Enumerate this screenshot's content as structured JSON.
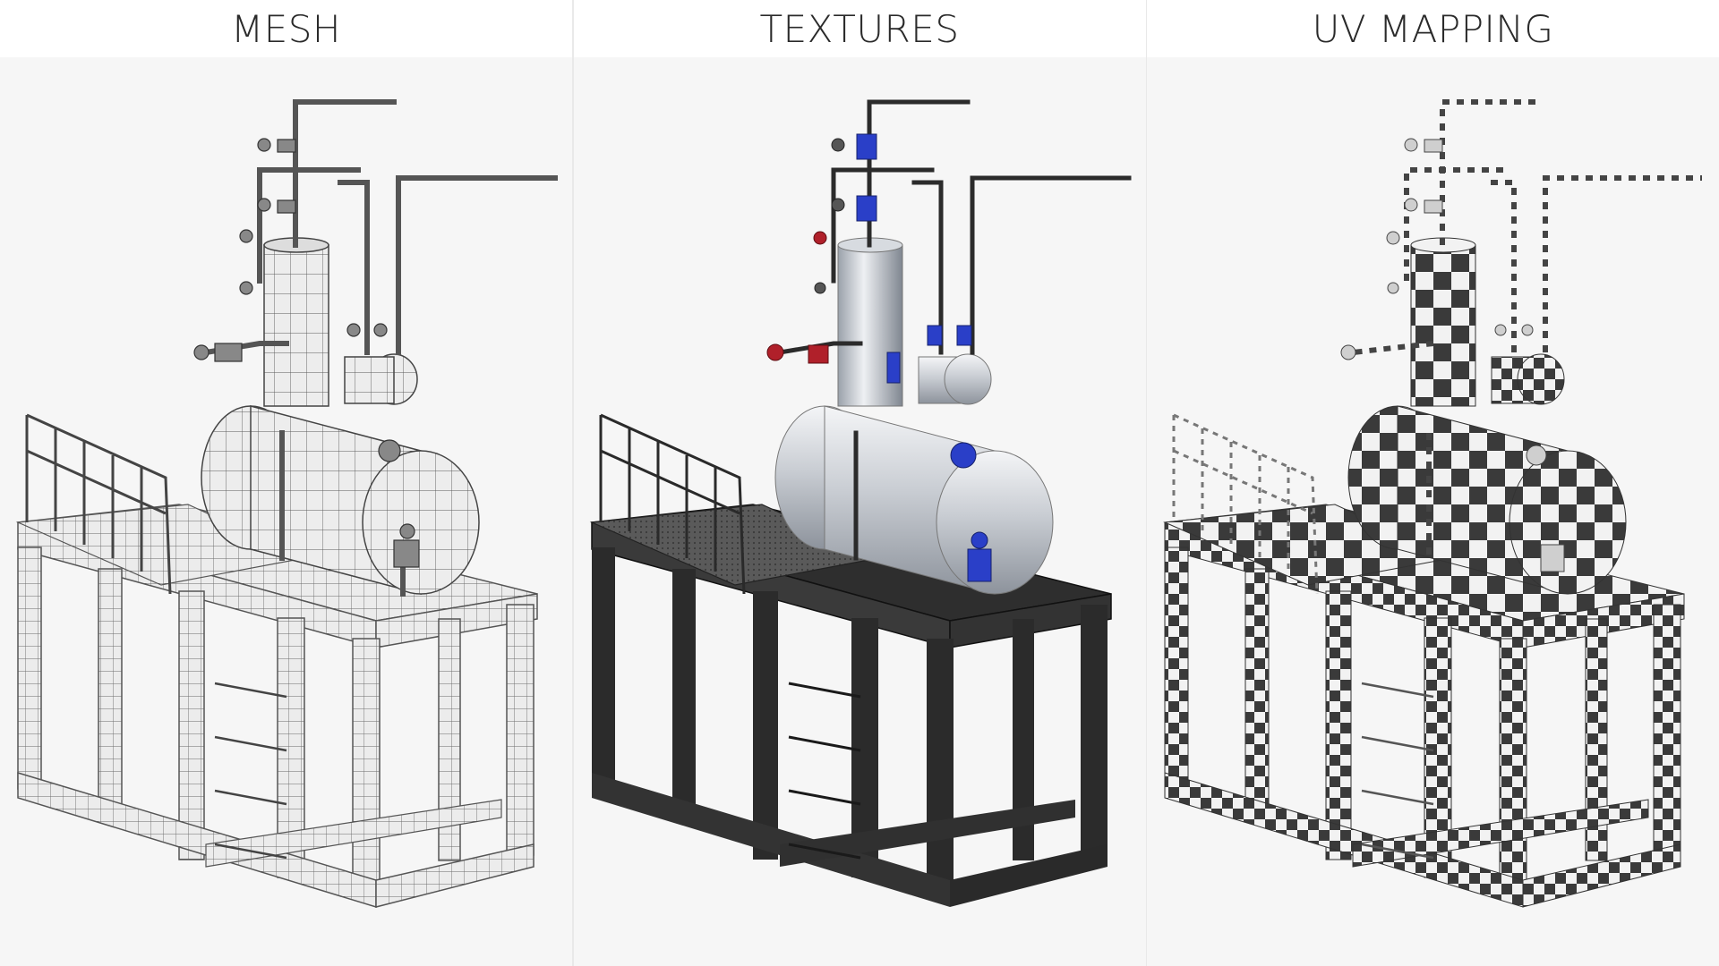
{
  "panels": [
    {
      "title": "MESH",
      "view": "mesh-render",
      "colors": {
        "frame": "#e4e4e4",
        "line": "#555555",
        "tank": "#e8e8e8"
      }
    },
    {
      "title": "TEXTURES",
      "view": "textured-render",
      "colors": {
        "frame": "#2a2a2a",
        "tank": "#c8ccd2",
        "valve_primary": "#2a3fc8",
        "valve_secondary": "#b0202a"
      }
    },
    {
      "title": "UV MAPPING",
      "view": "uv-checker-render",
      "colors": {
        "check_dark": "#3a3a3a",
        "check_light": "#f2f2f2"
      }
    }
  ]
}
